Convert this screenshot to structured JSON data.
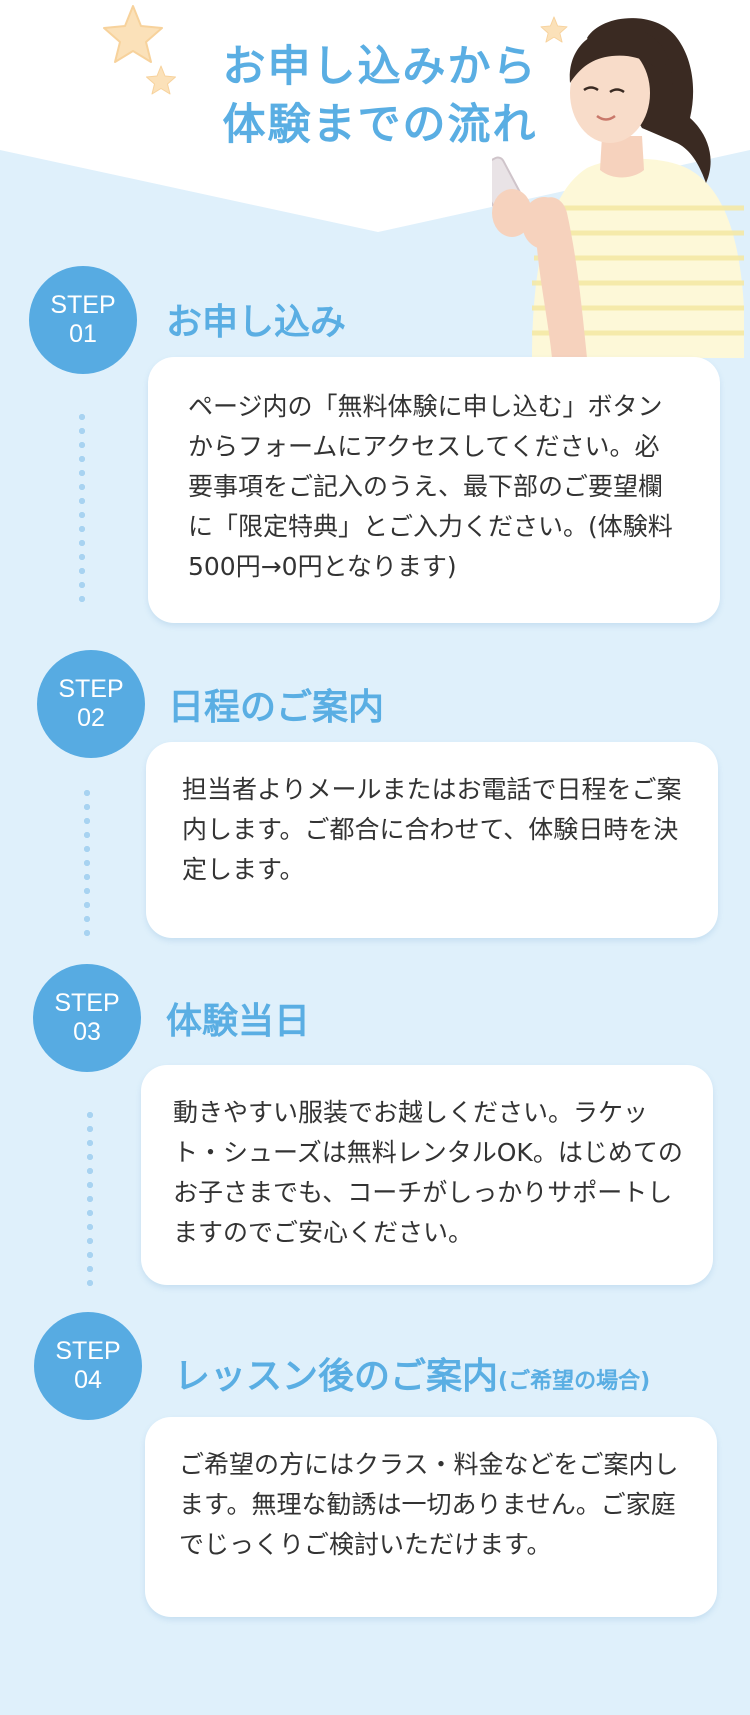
{
  "header": {
    "title_line1": "お申し込みから",
    "title_line2": "体験までの流れ"
  },
  "colors": {
    "background": "#dff0fb",
    "accent": "#5aaee3",
    "step_circle": "#57abe2",
    "dots": "#a8d3f1"
  },
  "steps": [
    {
      "label": "STEP",
      "number": "01",
      "title": "お申し込み",
      "subtitle": "",
      "body": "ページ内の「無料体験に申し込む」ボタンからフォームにアクセスしてください。必要事項をご記入のうえ、最下部のご要望欄に「限定特典」とご入力ください。(体験料500円→0円となります)"
    },
    {
      "label": "STEP",
      "number": "02",
      "title": "日程のご案内",
      "subtitle": "",
      "body": "担当者よりメールまたはお電話で日程をご案内します。ご都合に合わせて、体験日時を決定します。"
    },
    {
      "label": "STEP",
      "number": "03",
      "title": "体験当日",
      "subtitle": "",
      "body": "動きやすい服装でお越しください。ラケット・シューズは無料レンタルOK。はじめてのお子さまでも、コーチがしっかりサポートしますのでご安心ください。"
    },
    {
      "label": "STEP",
      "number": "04",
      "title": "レッスン後のご案内",
      "subtitle": "(ご希望の場合)",
      "body": "ご希望の方にはクラス・料金などをご案内します。無理な勧誘は一切ありません。ご家庭でじっくりご検討いただけます。"
    }
  ],
  "icons": [
    "star-icon",
    "woman-with-phone-illustration"
  ]
}
